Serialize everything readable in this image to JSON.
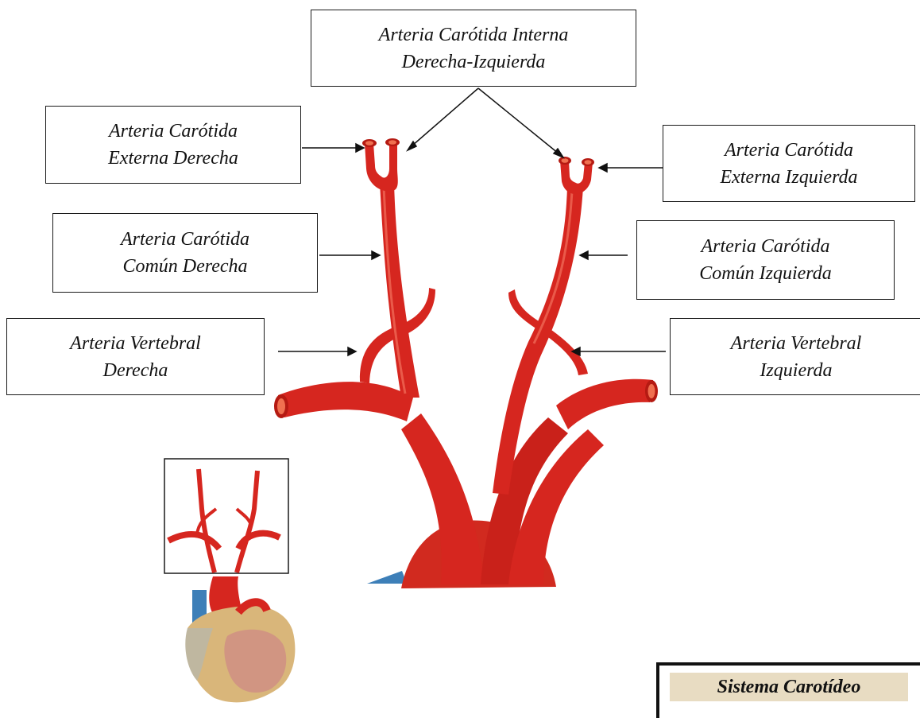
{
  "colors": {
    "artery": "#d6261f",
    "artery_dark": "#a8140f",
    "artery_light": "#ef5a48",
    "vein": "#3d7fb8",
    "heart_muscle": "#d4a88c",
    "fat": "#e7cf78",
    "label_border": "#1a1a1a",
    "title_fill": "#e8dcc2"
  },
  "labels": {
    "internal_carotid": [
      "Arteria Carótida Interna",
      "Derecha-Izquierda"
    ],
    "external_right": [
      "Arteria Carótida",
      "Externa Derecha"
    ],
    "external_left": [
      "Arteria Carótida",
      "Externa Izquierda"
    ],
    "common_right": [
      "Arteria Carótida",
      "Común Derecha"
    ],
    "common_left": [
      "Arteria Carótida",
      "Común Izquierda"
    ],
    "vertebral_right": [
      "Arteria Vertebral",
      "Derecha"
    ],
    "vertebral_left": [
      "Arteria Vertebral",
      "Izquierda"
    ]
  },
  "title": "Sistema Carotídeo"
}
